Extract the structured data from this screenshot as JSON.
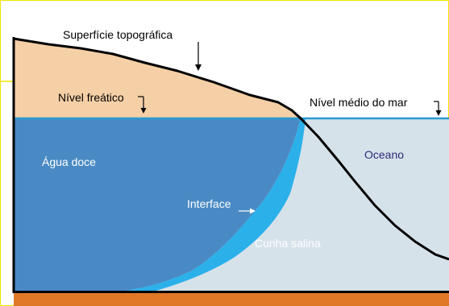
{
  "labels": {
    "surface": "Superfície topográfica",
    "water_table": "Nível freático",
    "mean_sea_level": "Nível médio do mar",
    "fresh_water": "Água doce",
    "ocean": "Oceano",
    "interface": "Interface",
    "saline_wedge": "Cunha salina"
  },
  "colors": {
    "frame_border": "#f2e600",
    "land": "#f5cfa6",
    "fresh_water": "#4a8ac4",
    "interface_band": "#2bb0ea",
    "ocean": "#d6e2ea",
    "bedrock": "#e07828",
    "water_line": "#2a9ad0",
    "outline": "#000000",
    "ocean_label": "#2e2a7a",
    "light_label": "#ffffff"
  }
}
